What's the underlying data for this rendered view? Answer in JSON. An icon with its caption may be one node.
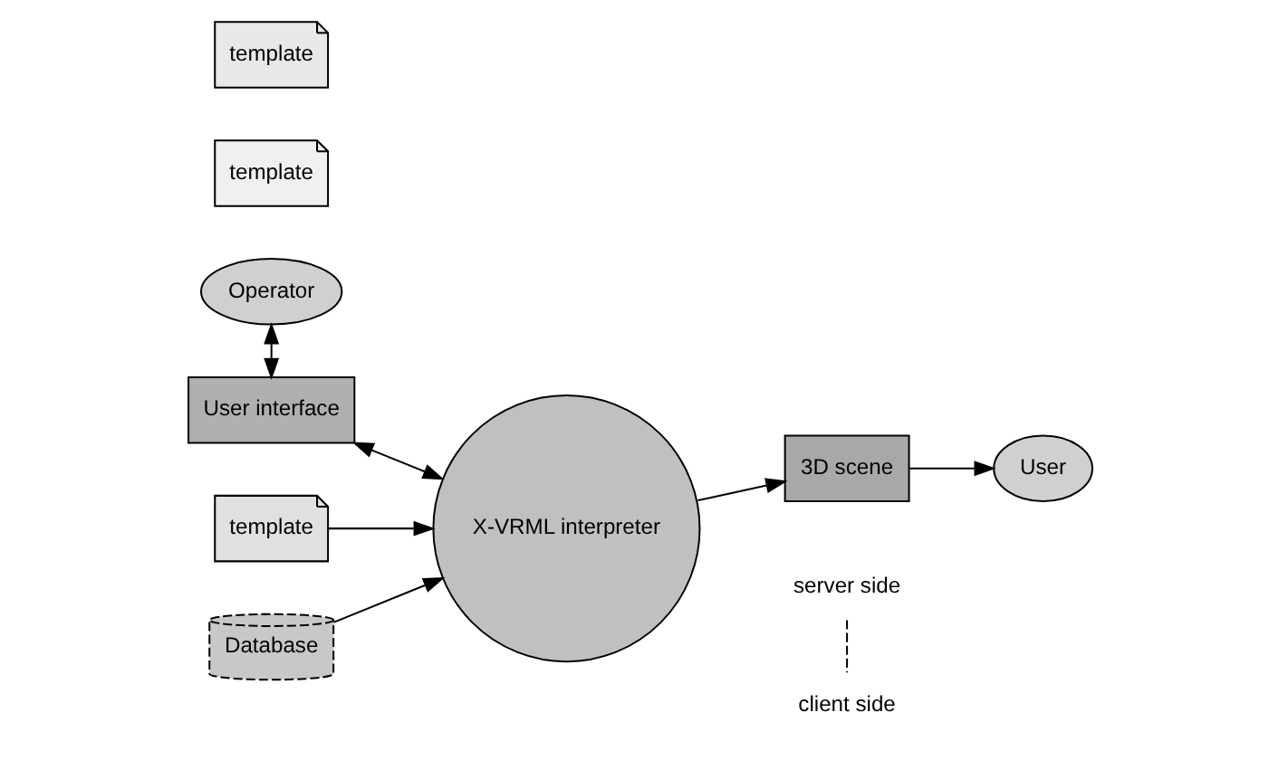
{
  "diagram": {
    "nodes": [
      {
        "text": [
          "Operator"
        ]
      },
      {
        "text": [
          "User interface"
        ]
      },
      {
        "text": [
          "template"
        ]
      },
      {
        "text": [
          "template"
        ]
      },
      {
        "text": [
          "template"
        ]
      },
      {
        "text": [
          "Database"
        ]
      },
      {
        "text": [
          "X-VRML interpreter"
        ]
      },
      {
        "text": [
          "3D scene"
        ]
      },
      {
        "text": [
          "User"
        ]
      }
    ],
    "edges": [
      {
        "from": 0,
        "to": 1,
        "arrow": "both"
      },
      {
        "from": 1,
        "to": 6,
        "arrow": "both"
      },
      {
        "from": 4,
        "to": 6,
        "arrow": "to"
      },
      {
        "from": 5,
        "to": 6,
        "arrow": "to"
      },
      {
        "from": 6,
        "to": 7,
        "arrow": "to"
      },
      {
        "from": 7,
        "to": 8,
        "arrow": "to"
      }
    ],
    "labels": [
      "server side",
      "client side"
    ]
  }
}
